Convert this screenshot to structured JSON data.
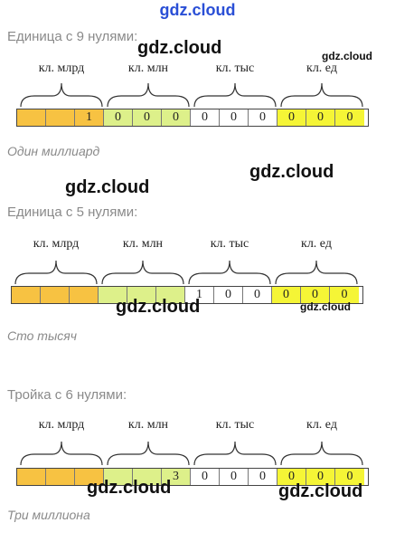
{
  "site_header": "gdz.cloud",
  "class_labels": {
    "billions": "кл. млрд",
    "millions": "кл. млн",
    "thousands": "кл. тыс",
    "units": "кл. ед"
  },
  "sections": [
    {
      "heading": "Единица с 9 нулями:",
      "caption": "Один миллиард",
      "digits": [
        "",
        "",
        "1",
        "0",
        "0",
        "0",
        "0",
        "0",
        "0",
        "0",
        "0",
        "0"
      ]
    },
    {
      "heading": "Единица с 5 нулями:",
      "caption": "Сто тысяч",
      "digits": [
        "",
        "",
        "",
        "",
        "",
        "",
        "1",
        "0",
        "0",
        "0",
        "0",
        "0"
      ]
    },
    {
      "heading": "Тройка с 6 нулями:",
      "caption": "Три миллиона",
      "digits": [
        "",
        "",
        "",
        "",
        "",
        "3",
        "0",
        "0",
        "0",
        "0",
        "0",
        "0"
      ]
    }
  ],
  "colors": {
    "billions_cells": "#f7c242",
    "millions_cells": "#ddf08a",
    "thousands_cells": "#ffffff",
    "units_cells": "#f5f536",
    "header": "#2a4fd6"
  },
  "watermarks": [
    "gdz.cloud",
    "gdz.cloud",
    "gdz.cloud",
    "gdz.cloud",
    "gdz.cloud",
    "gdz.cloud",
    "gdz.cloud",
    "gdz.cloud"
  ]
}
